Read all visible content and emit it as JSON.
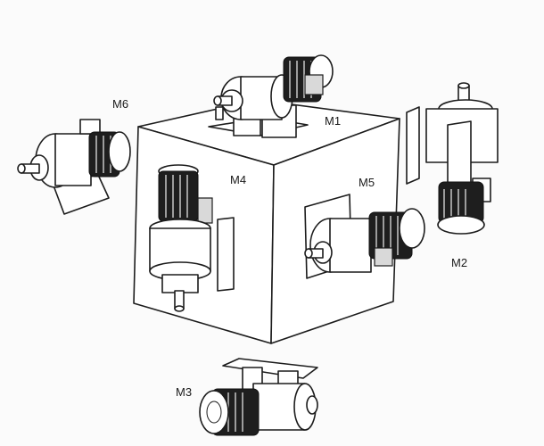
{
  "labels": {
    "m1": "M1",
    "m2": "M2",
    "m3": "M3",
    "m4": "M4",
    "m5": "M5",
    "m6": "M6"
  }
}
